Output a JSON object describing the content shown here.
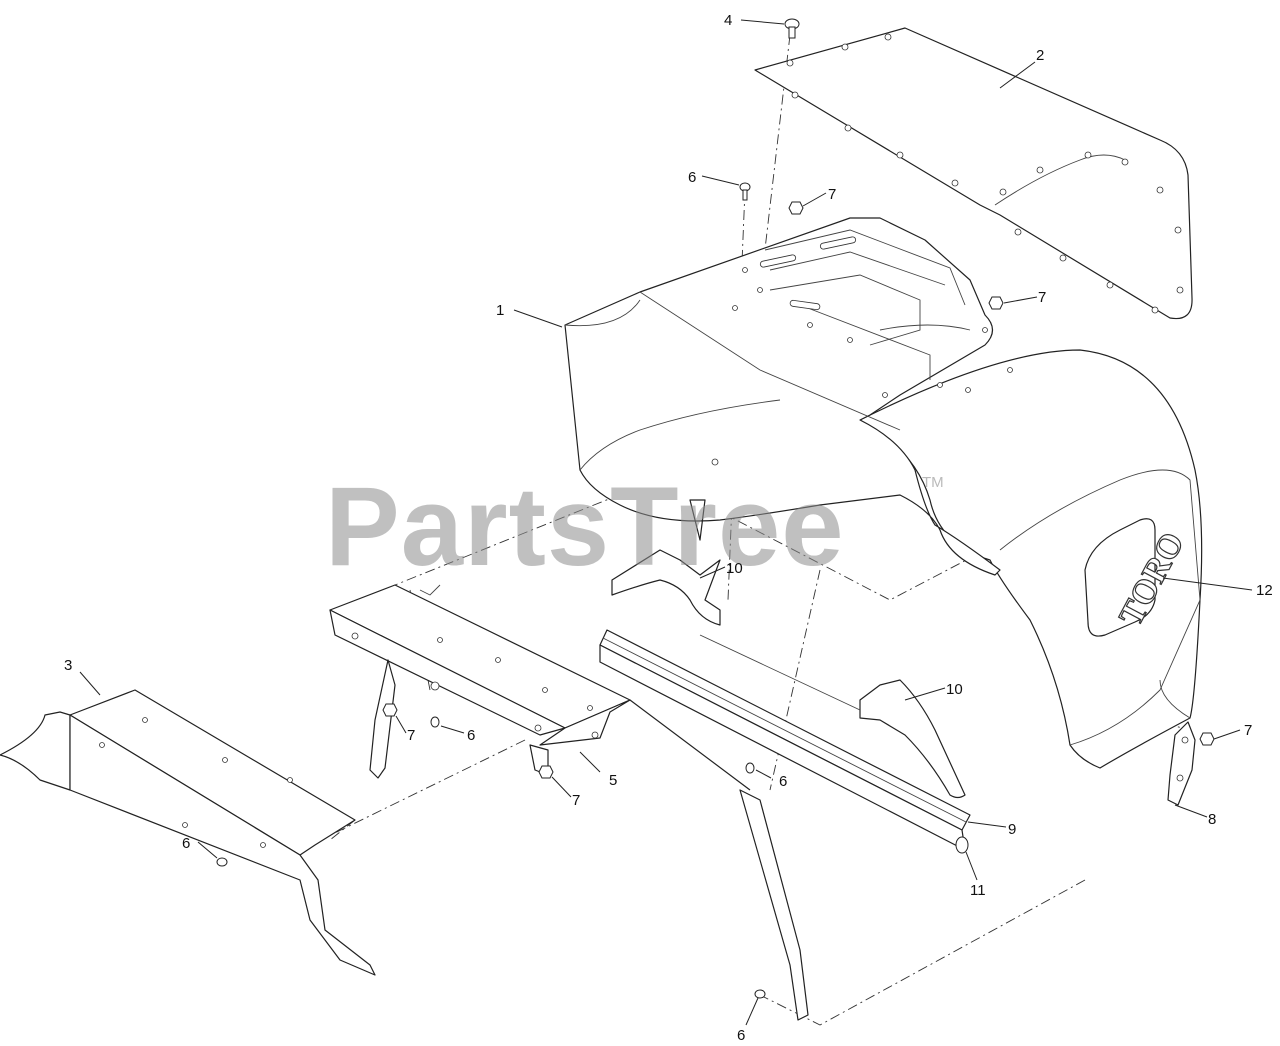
{
  "diagram": {
    "callouts": [
      "1",
      "2",
      "3",
      "4",
      "5",
      "6",
      "7",
      "8",
      "9",
      "10",
      "11",
      "12"
    ],
    "watermark": "PartsTree",
    "trademark": "TM",
    "logo_text": "TORO"
  }
}
